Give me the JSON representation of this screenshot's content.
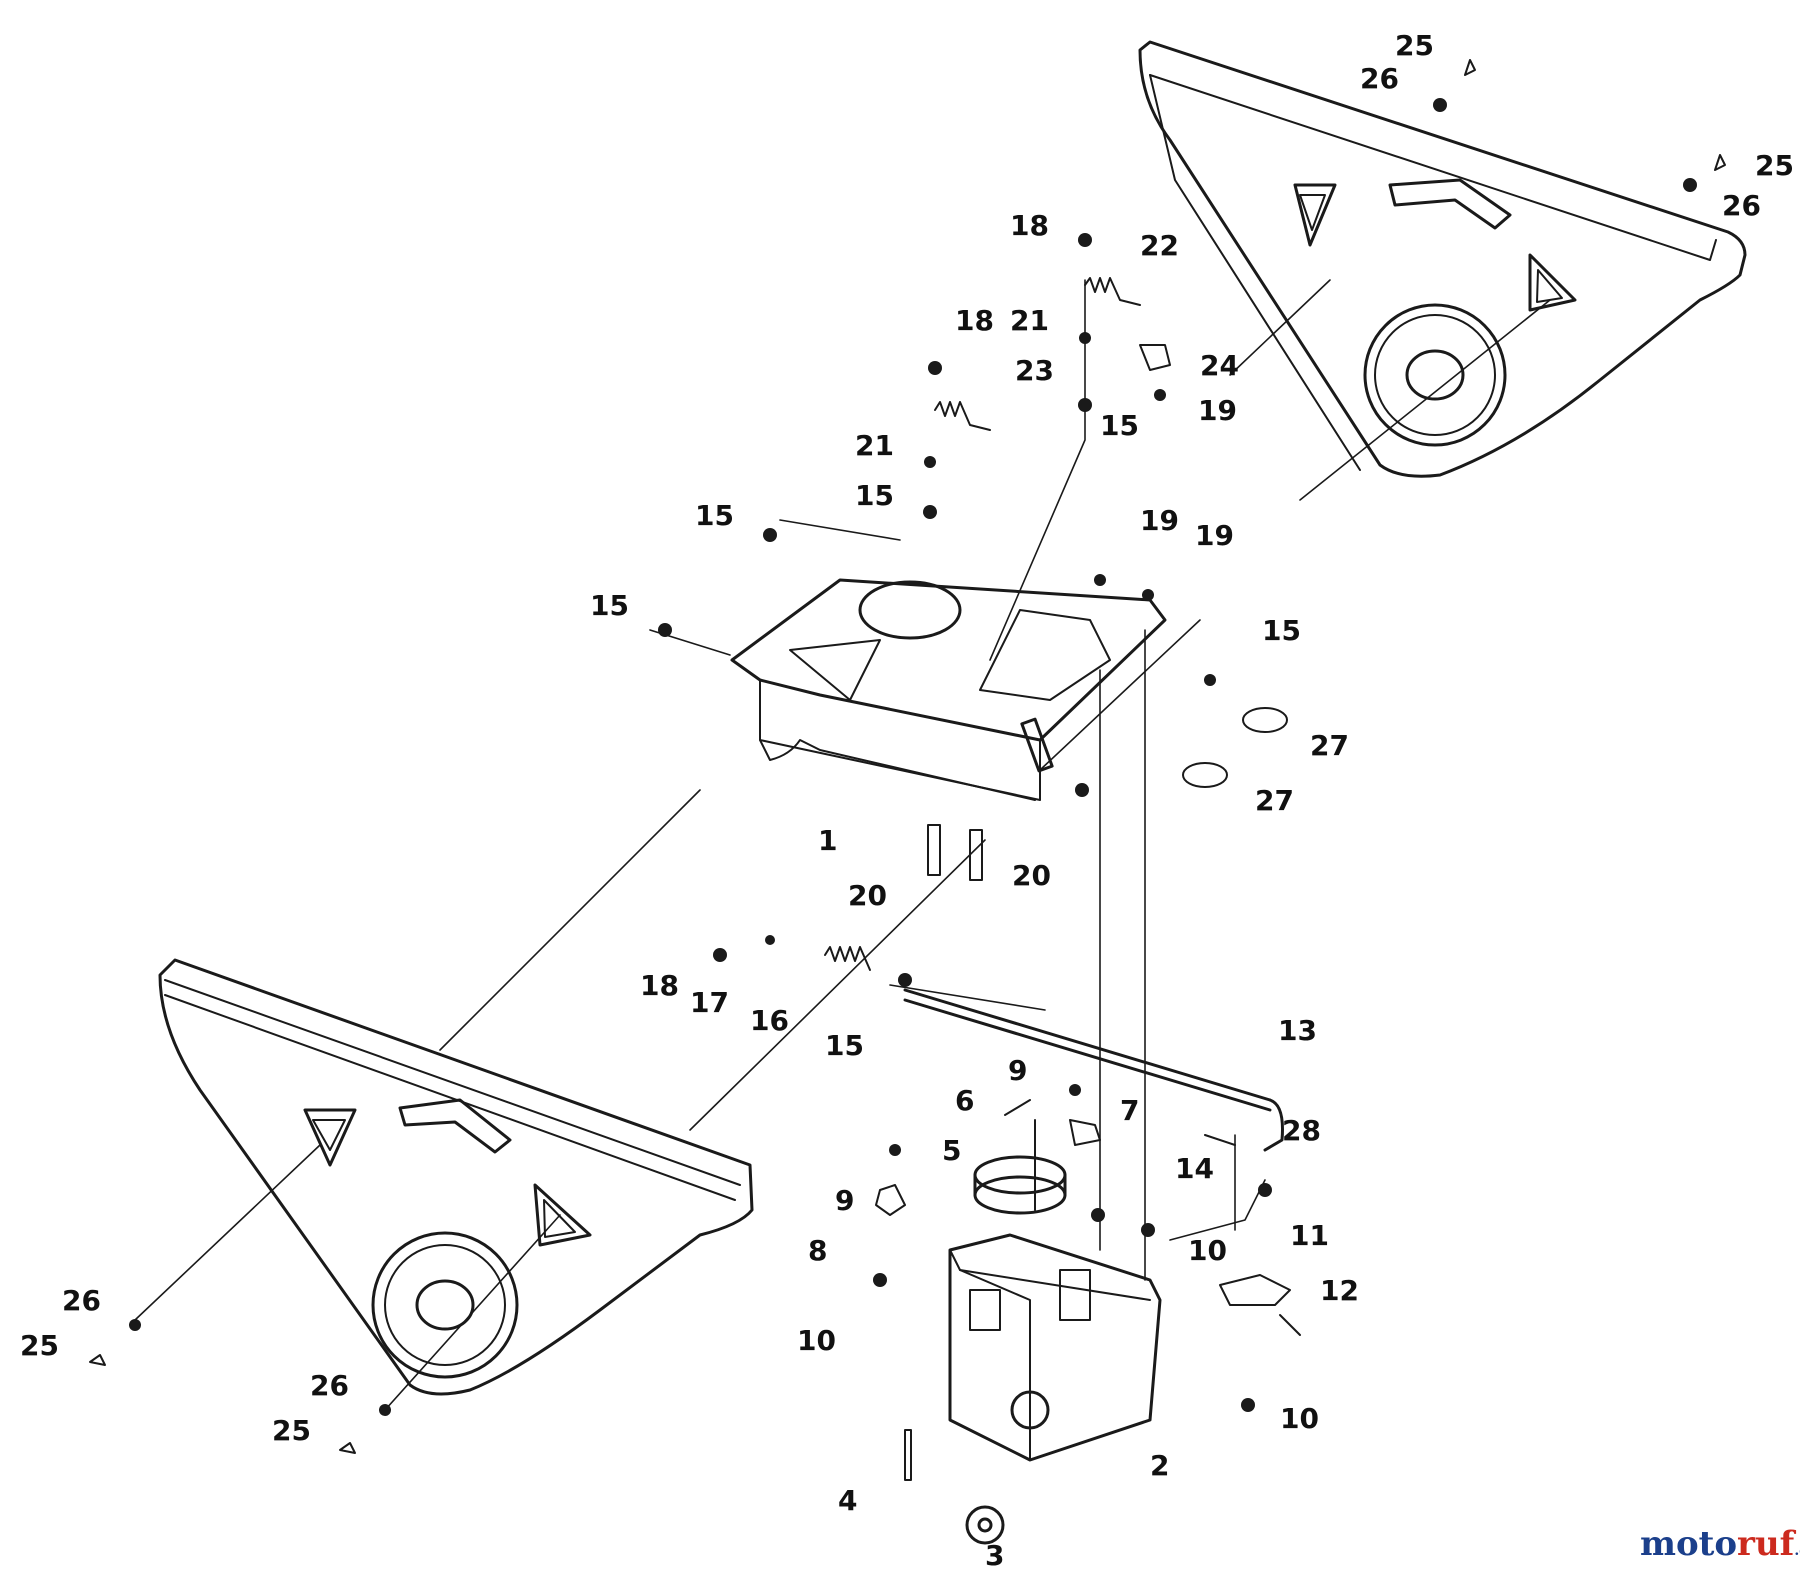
{
  "diagram": {
    "callouts": [
      {
        "id": "c25a",
        "label": "25"
      },
      {
        "id": "c26a",
        "label": "26"
      },
      {
        "id": "c25b",
        "label": "25"
      },
      {
        "id": "c26b",
        "label": "26"
      },
      {
        "id": "c18a",
        "label": "18"
      },
      {
        "id": "c22",
        "label": "22"
      },
      {
        "id": "c21a",
        "label": "21"
      },
      {
        "id": "c18b",
        "label": "18"
      },
      {
        "id": "c24",
        "label": "24"
      },
      {
        "id": "c23",
        "label": "23"
      },
      {
        "id": "c15a",
        "label": "15"
      },
      {
        "id": "c19a",
        "label": "19"
      },
      {
        "id": "c21b",
        "label": "21"
      },
      {
        "id": "c15b",
        "label": "15"
      },
      {
        "id": "c15c",
        "label": "15"
      },
      {
        "id": "c19b",
        "label": "19"
      },
      {
        "id": "c19c",
        "label": "19"
      },
      {
        "id": "c15d",
        "label": "15"
      },
      {
        "id": "c15e",
        "label": "15"
      },
      {
        "id": "c27a",
        "label": "27"
      },
      {
        "id": "c27b",
        "label": "27"
      },
      {
        "id": "c1",
        "label": "1"
      },
      {
        "id": "c20a",
        "label": "20"
      },
      {
        "id": "c20b",
        "label": "20"
      },
      {
        "id": "c18c",
        "label": "18"
      },
      {
        "id": "c17",
        "label": "17"
      },
      {
        "id": "c16",
        "label": "16"
      },
      {
        "id": "c15f",
        "label": "15"
      },
      {
        "id": "c13",
        "label": "13"
      },
      {
        "id": "c9a",
        "label": "9"
      },
      {
        "id": "c6",
        "label": "6"
      },
      {
        "id": "c7",
        "label": "7"
      },
      {
        "id": "c14",
        "label": "14"
      },
      {
        "id": "c28",
        "label": "28"
      },
      {
        "id": "c5",
        "label": "5"
      },
      {
        "id": "c9b",
        "label": "9"
      },
      {
        "id": "c10a",
        "label": "10"
      },
      {
        "id": "c8",
        "label": "8"
      },
      {
        "id": "c11",
        "label": "11"
      },
      {
        "id": "c12",
        "label": "12"
      },
      {
        "id": "c10b",
        "label": "10"
      },
      {
        "id": "c10c",
        "label": "10"
      },
      {
        "id": "c2",
        "label": "2"
      },
      {
        "id": "c26c",
        "label": "26"
      },
      {
        "id": "c25c",
        "label": "25"
      },
      {
        "id": "c26d",
        "label": "26"
      },
      {
        "id": "c25d",
        "label": "25"
      },
      {
        "id": "c4",
        "label": "4"
      },
      {
        "id": "c3",
        "label": "3"
      }
    ]
  },
  "watermark": {
    "part1": "moto",
    "part2": "ruf",
    "suffix": ".de",
    "color1": "#1b3f8b",
    "color2": "#cc2a1e"
  }
}
